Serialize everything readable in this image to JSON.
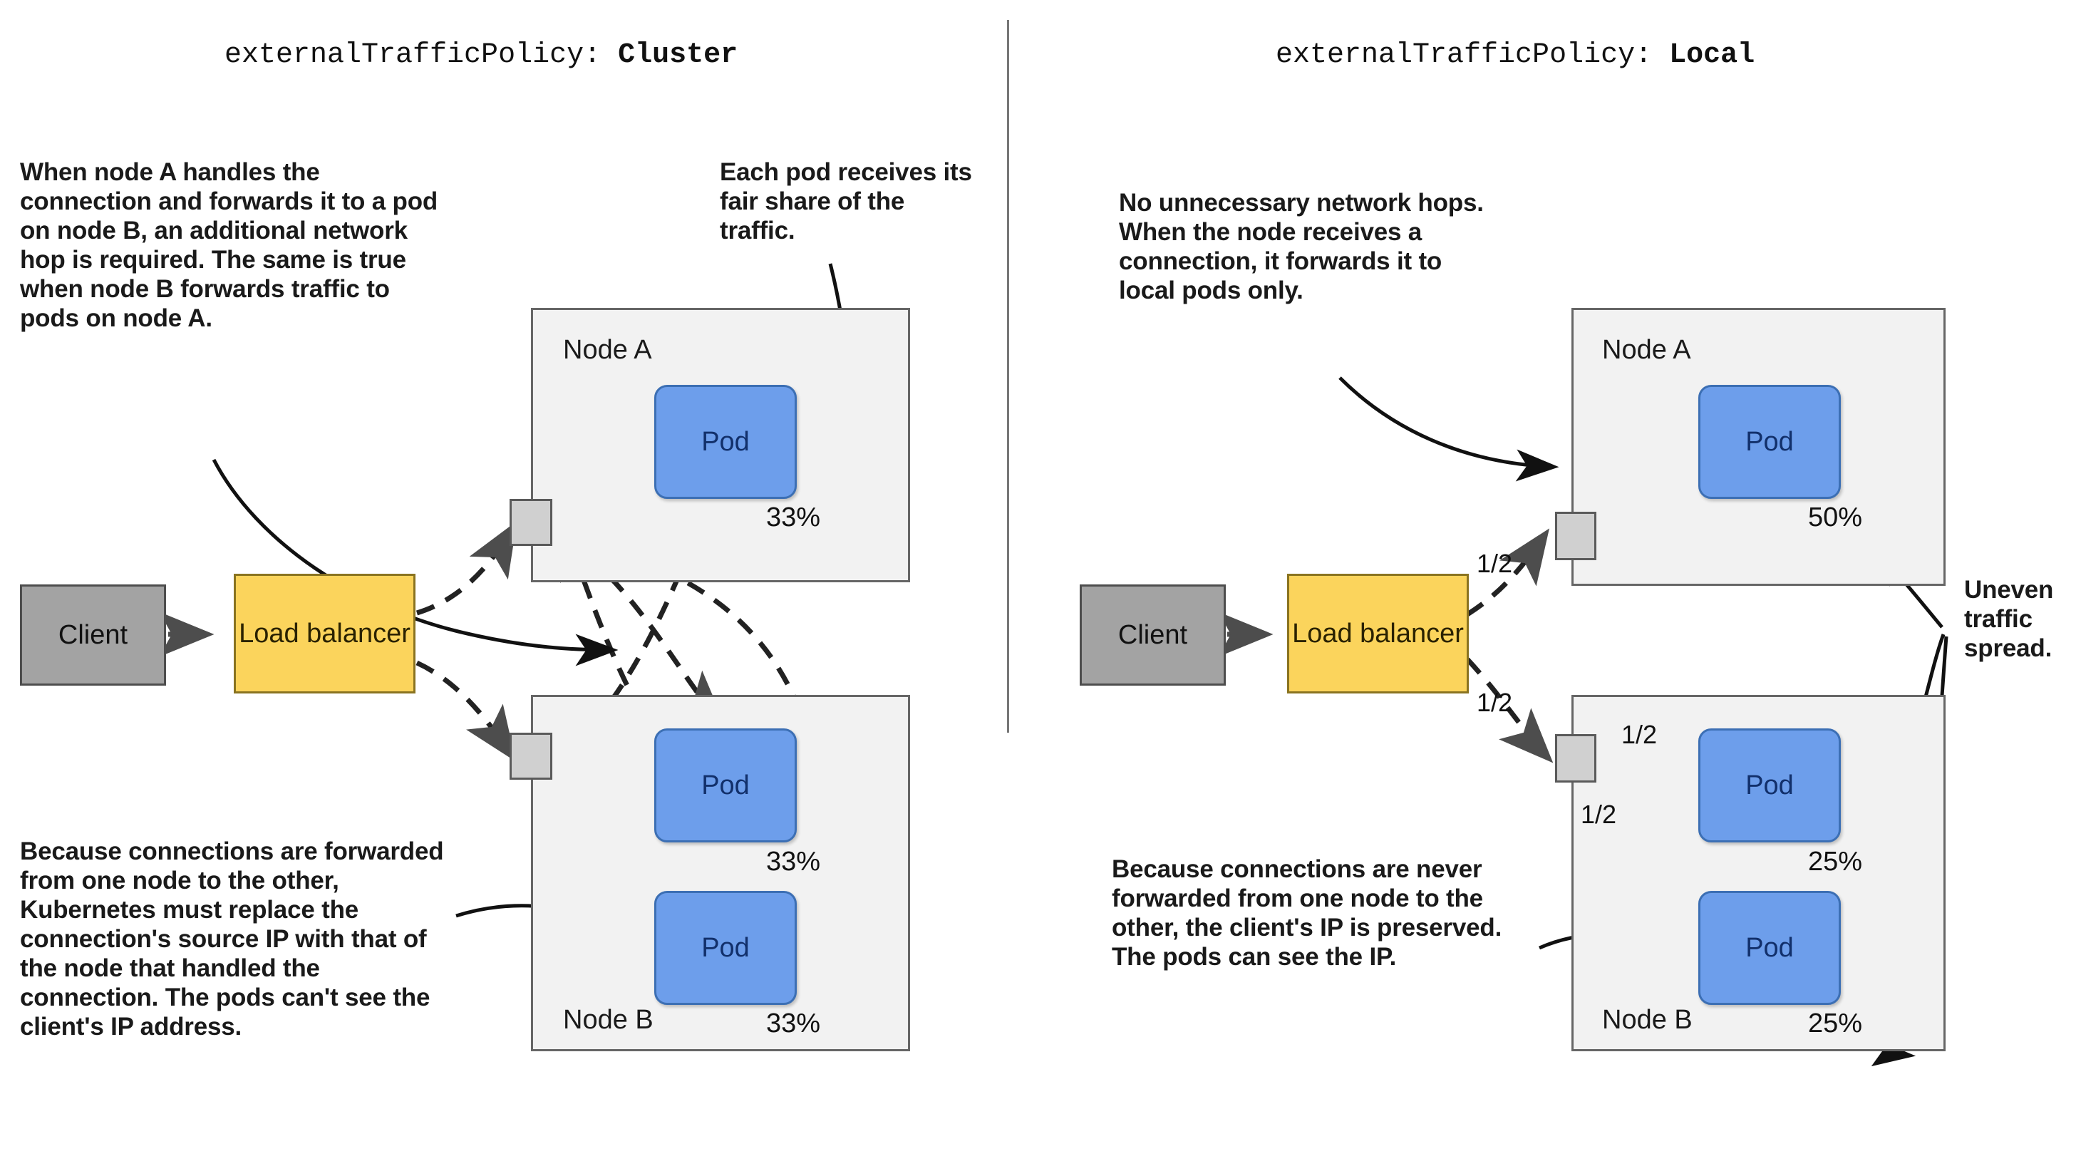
{
  "divider": {
    "present": true
  },
  "panels": [
    {
      "id": "cluster",
      "title_key": "externalTrafficPolicy:",
      "title_value": "Cluster",
      "notes": [
        {
          "id": "note-hop",
          "text": "When node A handles the connection and forwards it to a pod on node B, an additional network hop is required. The same is true when node B forwards traffic to pods on node A."
        },
        {
          "id": "note-fair-share",
          "text": "Each pod receives its fair share of the traffic."
        },
        {
          "id": "note-snat",
          "text": "Because connections are forwarded from one node to the other, Kubernetes must replace the connection's source IP with that of the node that handled the connection. The pods can't see the client's IP address."
        }
      ],
      "client": {
        "label": "Client"
      },
      "load_balancer": {
        "label": "Load balancer"
      },
      "nodes": [
        {
          "id": "node-a",
          "label": "Node A",
          "pods": [
            {
              "label": "Pod",
              "share": "33%"
            }
          ]
        },
        {
          "id": "node-b",
          "label": "Node B",
          "pods": [
            {
              "label": "Pod",
              "share": "33%"
            },
            {
              "label": "Pod",
              "share": "33%"
            }
          ]
        }
      ],
      "edge_labels": []
    },
    {
      "id": "local",
      "title_key": "externalTrafficPolicy:",
      "title_value": "Local",
      "notes": [
        {
          "id": "note-no-hops",
          "text": "No unnecessary network hops. When the node receives a connection, it forwards it to local pods only."
        },
        {
          "id": "note-uneven",
          "text": "Uneven traffic spread."
        },
        {
          "id": "note-preserve-ip",
          "text": "Because connections are never forwarded from one node to the other, the client's IP is preserved. The pods can see the IP."
        }
      ],
      "client": {
        "label": "Client"
      },
      "load_balancer": {
        "label": "Load balancer"
      },
      "nodes": [
        {
          "id": "node-a",
          "label": "Node A",
          "pods": [
            {
              "label": "Pod",
              "share": "50%"
            }
          ]
        },
        {
          "id": "node-b",
          "label": "Node B",
          "pods": [
            {
              "label": "Pod",
              "share": "25%"
            },
            {
              "label": "Pod",
              "share": "25%"
            }
          ]
        }
      ],
      "edge_labels": [
        {
          "id": "lb-to-node-a",
          "text": "1/2"
        },
        {
          "id": "lb-to-node-b",
          "text": "1/2"
        },
        {
          "id": "proxy-to-pod-1",
          "text": "1/2"
        },
        {
          "id": "proxy-to-pod-2",
          "text": "1/2"
        }
      ]
    }
  ],
  "colors": {
    "pod_fill": "#6d9eeb",
    "pod_stroke": "#3c6fb4",
    "node_fill": "#f2f2f2",
    "node_stroke": "#666666",
    "client_fill": "#a3a3a3",
    "lb_fill": "#fbd45c",
    "proxy_fill": "#d0d0d0",
    "arrow": "#4d4d4d",
    "annotation_arrow": "#111111"
  }
}
